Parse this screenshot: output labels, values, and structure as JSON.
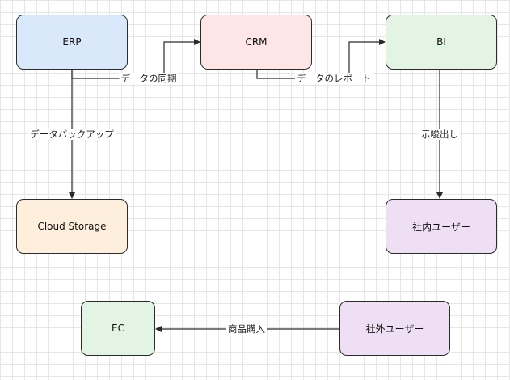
{
  "nodes": {
    "erp": {
      "label": "ERP",
      "fill": "#dae8fc"
    },
    "crm": {
      "label": "CRM",
      "fill": "#ffe6e6"
    },
    "bi": {
      "label": "BI",
      "fill": "#e4f4e4"
    },
    "cloud_storage": {
      "label": "Cloud Storage",
      "fill": "#fdefdb"
    },
    "internal_users": {
      "label": "社内ユーザー",
      "fill": "#eedff4"
    },
    "ec": {
      "label": "EC",
      "fill": "#e4f4e4"
    },
    "external_users": {
      "label": "社外ユーザー",
      "fill": "#eedff4"
    }
  },
  "edges": {
    "erp_to_crm": {
      "label": "データの同期"
    },
    "crm_to_bi": {
      "label": "データのレポート"
    },
    "erp_to_storage": {
      "label": "データバックアップ"
    },
    "bi_to_internal": {
      "label": "示唆出し"
    },
    "external_to_ec": {
      "label": "商品購入"
    }
  },
  "colors": {
    "stroke": "#2b2b2b",
    "grid": "#e6e6e6"
  }
}
